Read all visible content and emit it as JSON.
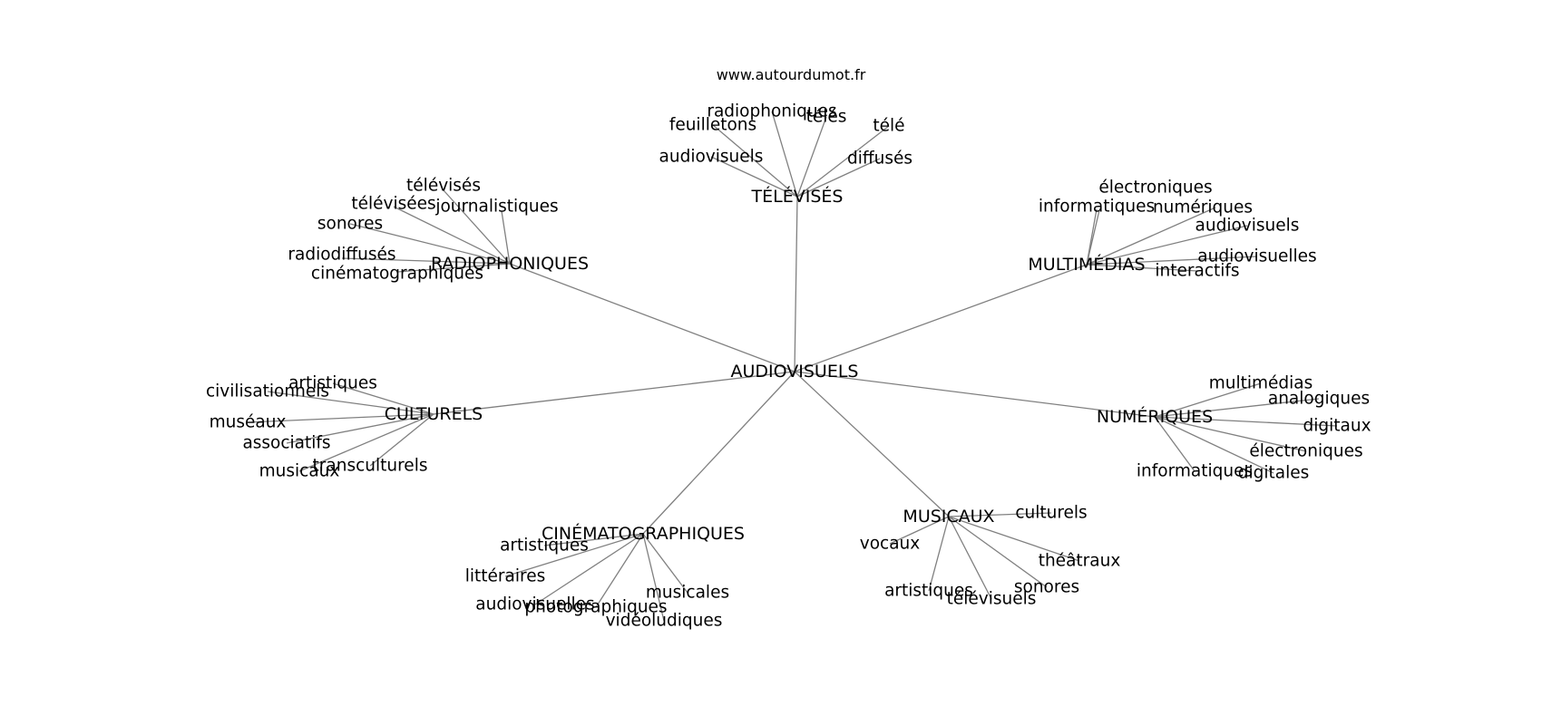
{
  "source_text": "www.autourdumot.fr",
  "center": "AUDIOVISUELS",
  "groups": [
    {
      "label": "TÉLÉVISÉS",
      "children": [
        "radiophoniques",
        "feuilletons",
        "télés",
        "télé",
        "audiovisuels",
        "diffusés"
      ]
    },
    {
      "label": "RADIOPHONIQUES",
      "children": [
        "télévisés",
        "télévisées",
        "journalistiques",
        "sonores",
        "radiodiffusés",
        "cinématographiques"
      ]
    },
    {
      "label": "MULTIMÉDIAS",
      "children": [
        "électroniques",
        "informatiques",
        "numériques",
        "audiovisuels",
        "audiovisuelles",
        "interactifs"
      ]
    },
    {
      "label": "CULTURELS",
      "children": [
        "artistiques",
        "civilisationnels",
        "muséaux",
        "associatifs",
        "transculturels",
        "musicaux"
      ]
    },
    {
      "label": "NUMÉRIQUES",
      "children": [
        "multimédias",
        "analogiques",
        "digitaux",
        "électroniques",
        "informatiques",
        "digitales"
      ]
    },
    {
      "label": "CINÉMATOGRAPHIQUES",
      "children": [
        "artistiques",
        "littéraires",
        "audiovisuelles",
        "photographiques",
        "musicales",
        "vidéoludiques"
      ]
    },
    {
      "label": "MUSICAUX",
      "children": [
        "culturels",
        "vocaux",
        "théâtraux",
        "sonores",
        "artistiques",
        "télévisuels"
      ]
    }
  ]
}
